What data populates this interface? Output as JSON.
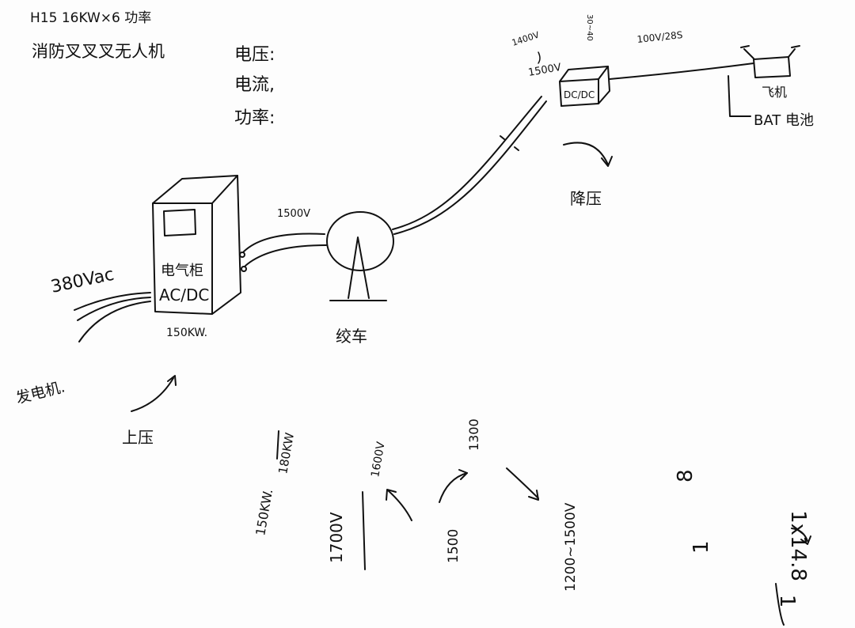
{
  "header": {
    "line1": "H15  16KW×6 功率",
    "line2": "消防叉叉叉无人机"
  },
  "params": {
    "voltage": "电压:",
    "current": "电流,",
    "power": "功率:"
  },
  "cabinet": {
    "label": "电气柜",
    "type": "AC/DC",
    "power": "150KW."
  },
  "input": {
    "voltage": "380Vac",
    "source": "发电机.",
    "boost": "上压"
  },
  "tether": {
    "voltage": "1500V",
    "winch": "绞车"
  },
  "dcdc": {
    "in_range_top": "1400V",
    "in_range_bottom": "1500V",
    "tag": "30~40",
    "label": "DC/DC",
    "out_voltage": "100V/28S",
    "step_down": "降压"
  },
  "drone": {
    "label": "飞机",
    "battery": "BAT 电池"
  },
  "notes": {
    "n1": "150KW.",
    "n2": "180KW",
    "n3": "1700V",
    "n4": "1600V",
    "n5": "1300",
    "n6": "1500",
    "n7": "1200~1500V",
    "n8": "8",
    "n9": "1",
    "n10": "1x14.8",
    "n11": "1"
  }
}
